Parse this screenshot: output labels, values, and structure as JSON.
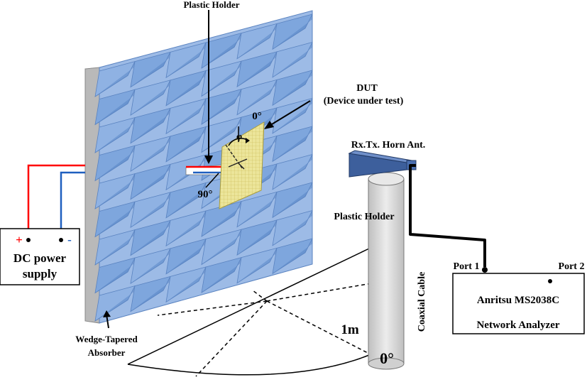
{
  "labels": {
    "plastic_holder_top": "Plastic Holder",
    "dut_title": "DUT",
    "dut_subtitle": "(Device under test)",
    "angle_zero_dut": "0°",
    "angle_phi": "φ",
    "angle_ninety": "90°",
    "horn": "Rx.Tx. Horn Ant.",
    "plastic_holder_mid": "Plastic Holder",
    "coaxial_cable": "Coaxial Cable",
    "distance": "1m",
    "angle_zero_bottom": "0°",
    "absorber_line1": "Wedge-Tapered",
    "absorber_line2": "Absorber",
    "dc_line1": "DC power",
    "dc_line2": "supply",
    "dc_plus": "+",
    "dc_minus": "-",
    "port1": "Port 1",
    "port2": "Port 2",
    "analyzer_line1": "Anritsu MS2038C",
    "analyzer_line2": "Network Analyzer"
  },
  "colors": {
    "absorber_fill": "#7ea6dd",
    "absorber_dark": "#4f7fc2",
    "wall": "#b9b9b9",
    "dut": "#ece59a",
    "horn": "#3d5f9c",
    "holder": "#d9d9d9",
    "wire_red": "#ff0000",
    "wire_blue": "#1f5fbf"
  }
}
